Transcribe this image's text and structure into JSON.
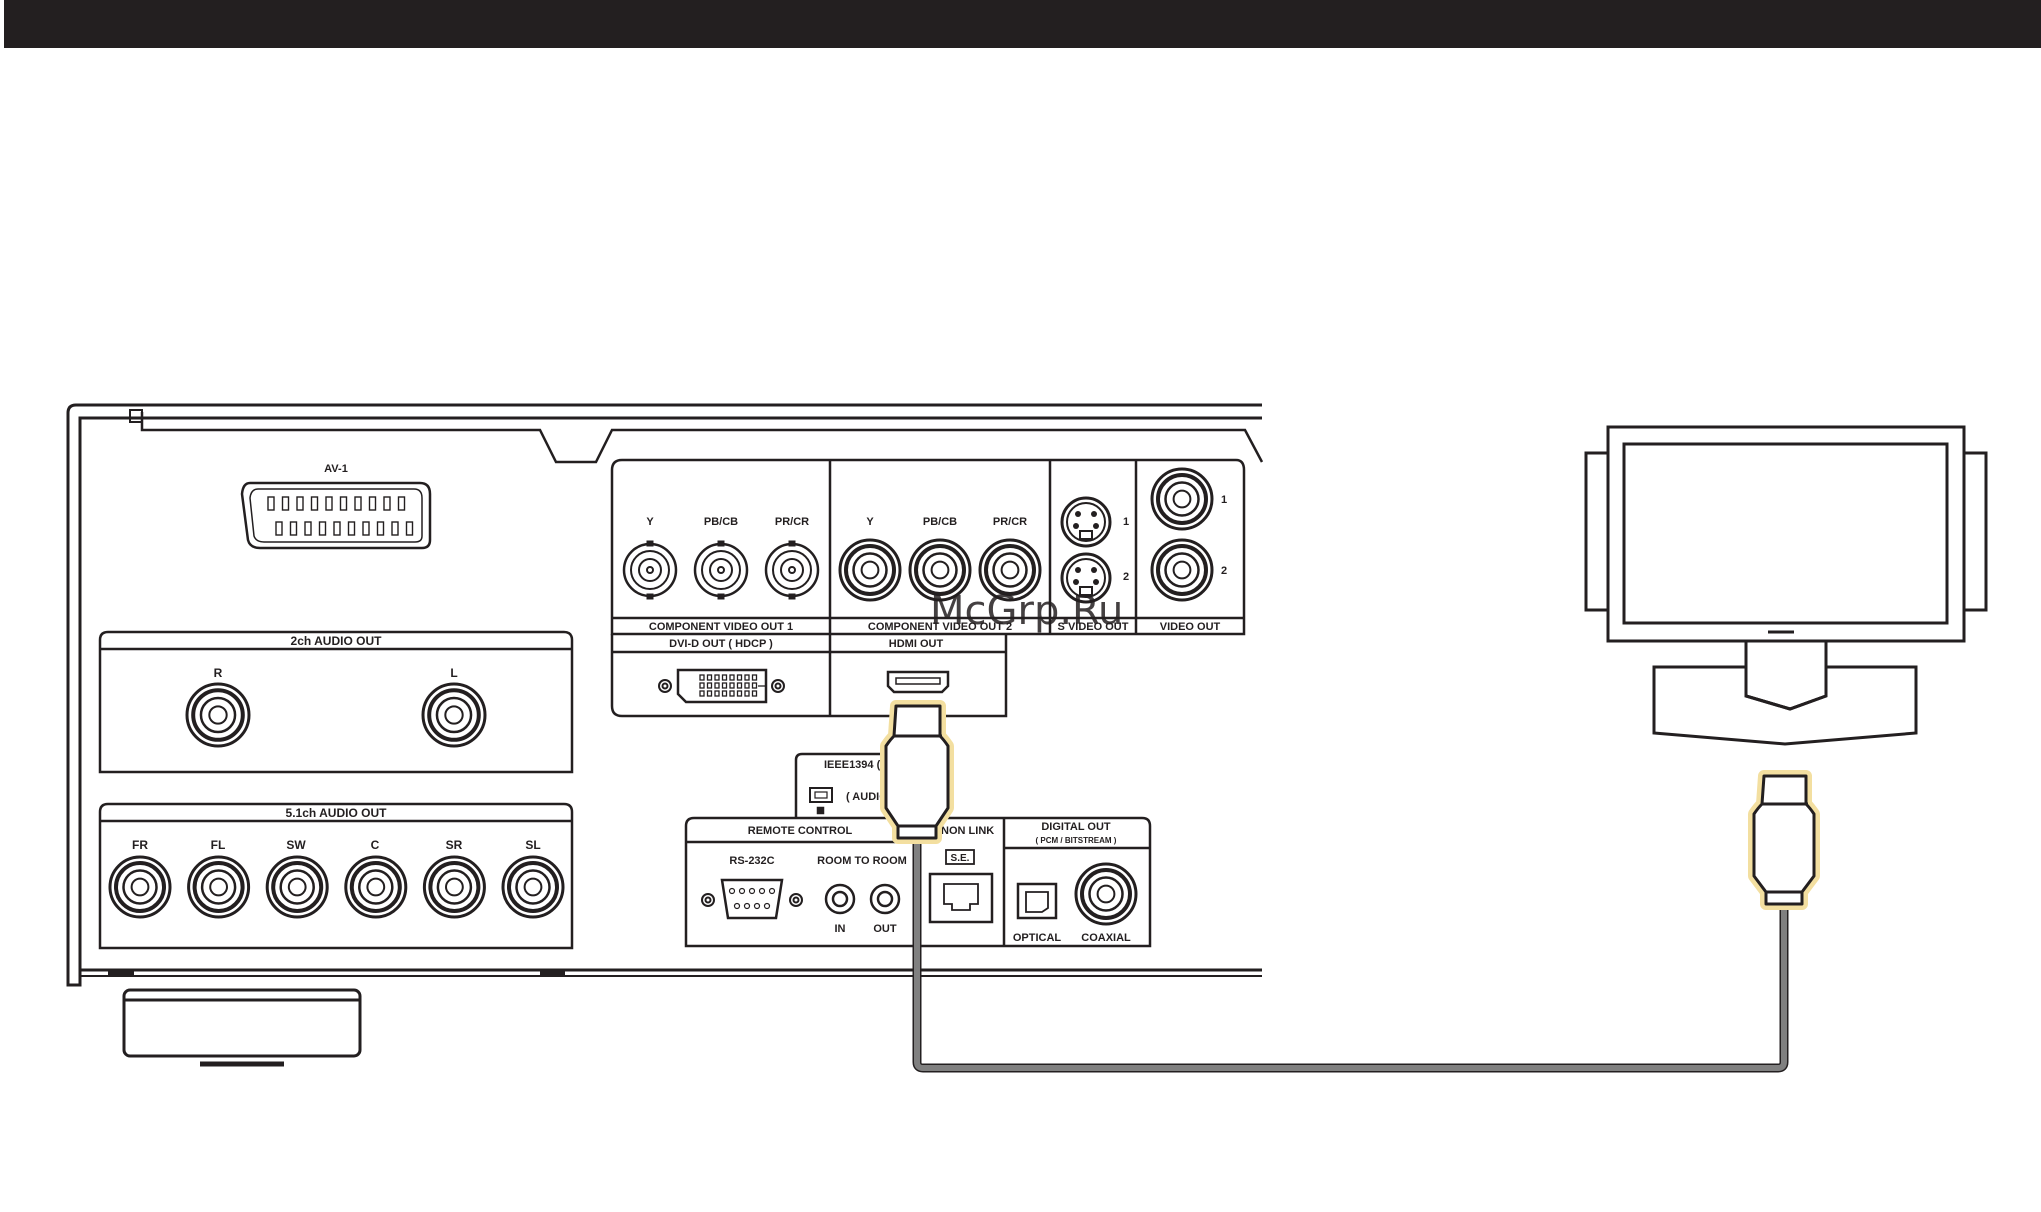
{
  "watermark": {
    "text": "McGrp.Ru",
    "color": "#e0252b"
  },
  "colors": {
    "line": "#231f20",
    "cable": "#808080",
    "cable_glow": "#f3dfa0",
    "top_bar": "#231f20"
  },
  "scart": {
    "label": "AV-1"
  },
  "audio_2ch": {
    "title": "2ch AUDIO OUT",
    "labels": [
      "R",
      "L"
    ]
  },
  "audio_51": {
    "title": "5.1ch AUDIO OUT",
    "labels": [
      "FR",
      "FL",
      "SW",
      "C",
      "SR",
      "SL"
    ]
  },
  "component1": {
    "title": "COMPONENT  VIDEO  OUT  1",
    "labels": [
      "Y",
      "PB/CB",
      "PR/CR"
    ]
  },
  "component2": {
    "title": "COMPONENT  VIDEO  OUT  2",
    "labels": [
      "Y",
      "PB/CB",
      "PR/CR"
    ]
  },
  "svideo": {
    "title": "S VIDEO OUT",
    "labels": [
      "1",
      "2"
    ]
  },
  "video": {
    "title": "VIDEO OUT",
    "labels": [
      "1",
      "2"
    ]
  },
  "dvi": {
    "title": "DVI-D  OUT  ( HDCP )"
  },
  "hdmi": {
    "title": "HDMI  OUT"
  },
  "ieee": {
    "title": "IEEE1394 (",
    "sub": "( AUDIO"
  },
  "remote": {
    "title": "REMOTE CONTROL",
    "rs232c": "RS-232C",
    "room": "ROOM TO ROOM",
    "in": "IN",
    "out": "OUT"
  },
  "denon_link": {
    "title": "DENON LINK",
    "se": "S.E."
  },
  "digital_out": {
    "title": "DIGITAL OUT",
    "sub": "( PCM / BITSTREAM )",
    "optical": "OPTICAL",
    "coaxial": "COAXIAL"
  }
}
